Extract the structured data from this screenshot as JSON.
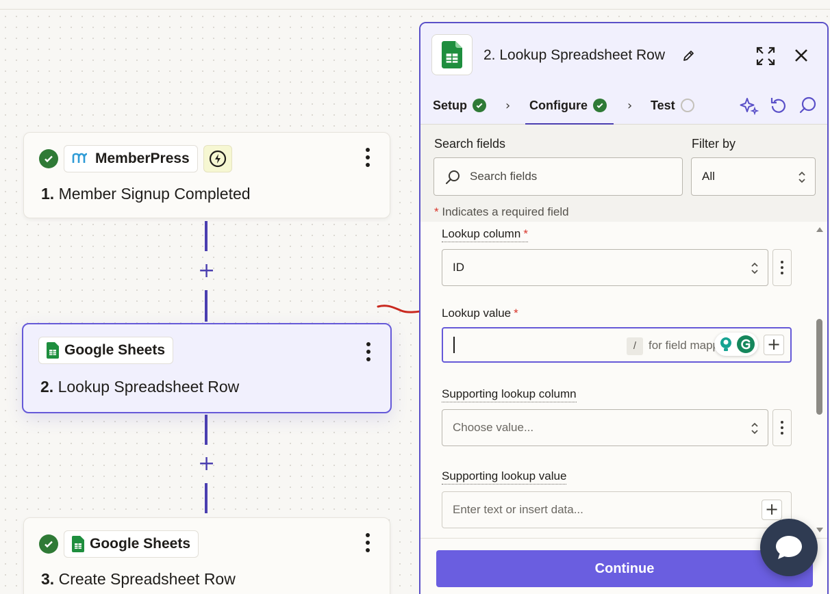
{
  "canvas": {
    "steps": [
      {
        "app_name": "MemberPress",
        "number": "1.",
        "title": "Member Signup Completed"
      },
      {
        "app_name": "Google Sheets",
        "number": "2.",
        "title": "Lookup Spreadsheet Row"
      },
      {
        "app_name": "Google Sheets",
        "number": "3.",
        "title": "Create Spreadsheet Row"
      }
    ]
  },
  "panel": {
    "title": "2. Lookup Spreadsheet Row",
    "tabs": [
      {
        "label": "Setup",
        "status": "complete"
      },
      {
        "label": "Configure",
        "status": "complete"
      },
      {
        "label": "Test",
        "status": "pending"
      }
    ],
    "search_label": "Search fields",
    "search_placeholder": "Search fields",
    "filter_label": "Filter by",
    "filter_value": "All",
    "required_note": "Indicates a required field",
    "fields": {
      "lookup_column": {
        "label": "Lookup column",
        "value": "ID"
      },
      "lookup_value": {
        "label": "Lookup value",
        "slash_key": "/",
        "hint": "for field mapping"
      },
      "supporting_column": {
        "label": "Supporting lookup column",
        "placeholder": "Choose value..."
      },
      "supporting_value": {
        "label": "Supporting lookup value",
        "placeholder": "Enter text or insert data..."
      }
    },
    "continue_label": "Continue"
  },
  "colors": {
    "accent": "#6a5ee0",
    "success": "#2f7a36",
    "required": "#d8352a",
    "sheets_green": "#1e8e3e"
  }
}
